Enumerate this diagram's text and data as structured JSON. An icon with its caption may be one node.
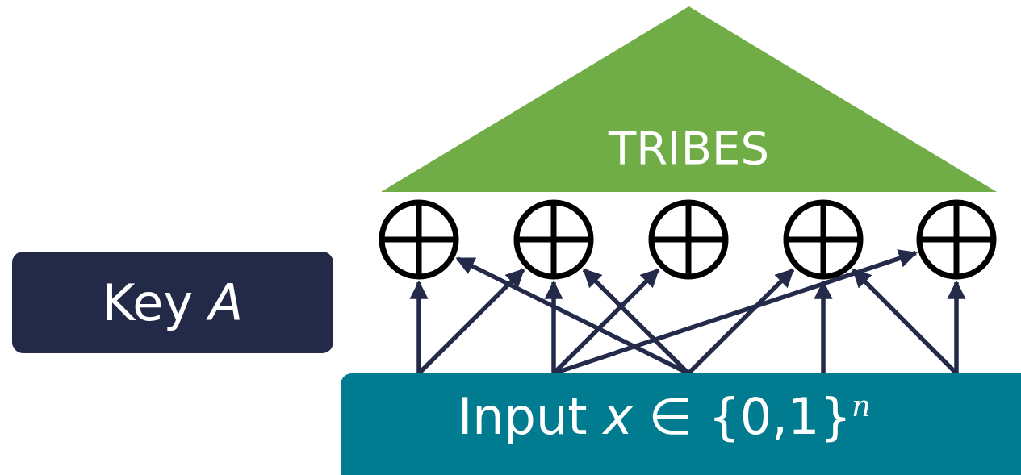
{
  "diagram": {
    "nodes": [
      {
        "text": [
          "TRIBES"
        ]
      },
      {
        "text": [],
        "shape": "circle"
      },
      {
        "text": [],
        "shape": "circle"
      },
      {
        "text": [],
        "shape": "circle"
      },
      {
        "text": [],
        "shape": "circle"
      },
      {
        "text": [],
        "shape": "circle"
      },
      {
        "text": [
          "Key *A*"
        ]
      },
      {
        "text": [
          "Input *x* ∈ {0,1}$^{n}$"
        ]
      }
    ],
    "edges": [
      {
        "from": 7,
        "to": 1,
        "arrow": "to"
      },
      {
        "from": 7,
        "to": 2,
        "arrow": "to"
      },
      {
        "from": 7,
        "to": 2,
        "arrow": "to"
      },
      {
        "from": 7,
        "to": 3,
        "arrow": "to"
      },
      {
        "from": 7,
        "to": 5,
        "arrow": "to"
      },
      {
        "from": 7,
        "to": 1,
        "arrow": "to"
      },
      {
        "from": 7,
        "to": 2,
        "arrow": "to"
      },
      {
        "from": 7,
        "to": 4,
        "arrow": "to"
      },
      {
        "from": 7,
        "to": 4,
        "arrow": "to"
      },
      {
        "from": 7,
        "to": 4,
        "arrow": "to"
      },
      {
        "from": 7,
        "to": 5,
        "arrow": "to"
      }
    ]
  }
}
